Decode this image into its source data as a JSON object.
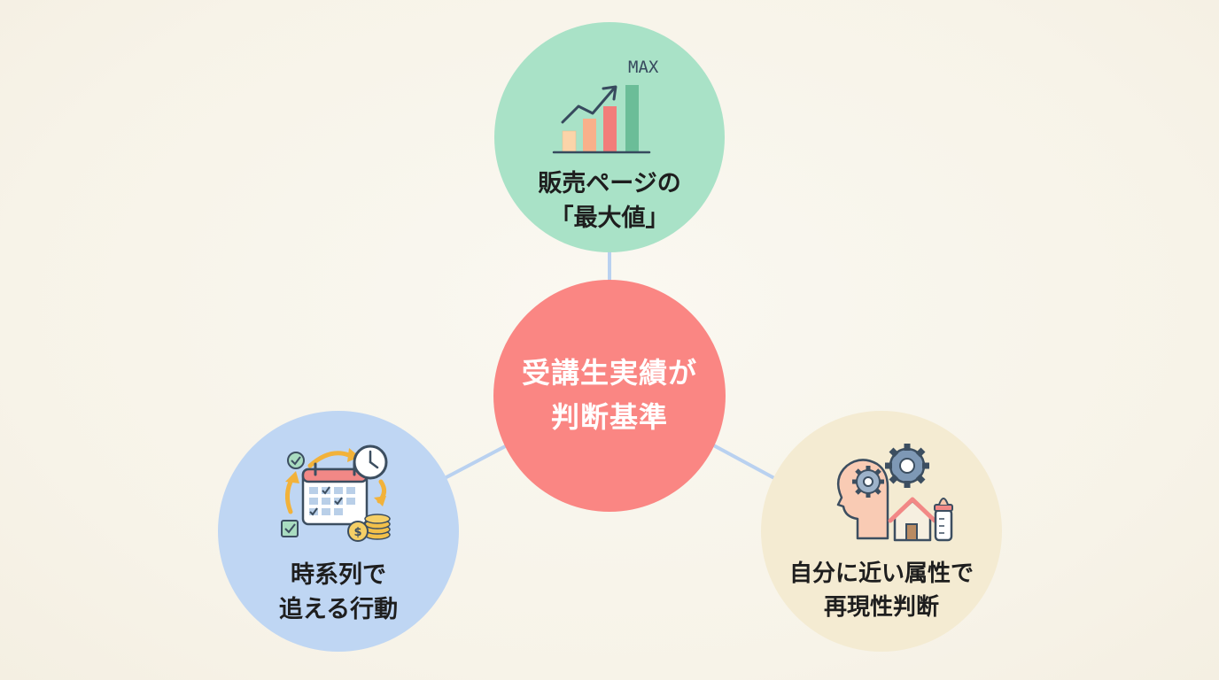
{
  "center": {
    "label": "受講生実績が\n判断基準"
  },
  "top": {
    "label": "販売ページの\n「最大値」",
    "max_text": "MAX",
    "icon": "rising-bar-chart-icon"
  },
  "left": {
    "label": "時系列で\n追える行動",
    "icon": "calendar-timeline-icon"
  },
  "right": {
    "label": "自分に近い属性で\n再現性判断",
    "icon": "head-gears-home-icon"
  },
  "colors": {
    "center": "#fa8683",
    "top": "#a9e2c7",
    "left": "#bfd6f3",
    "right": "#f4ebd2",
    "connector": "#b9d1f0"
  }
}
